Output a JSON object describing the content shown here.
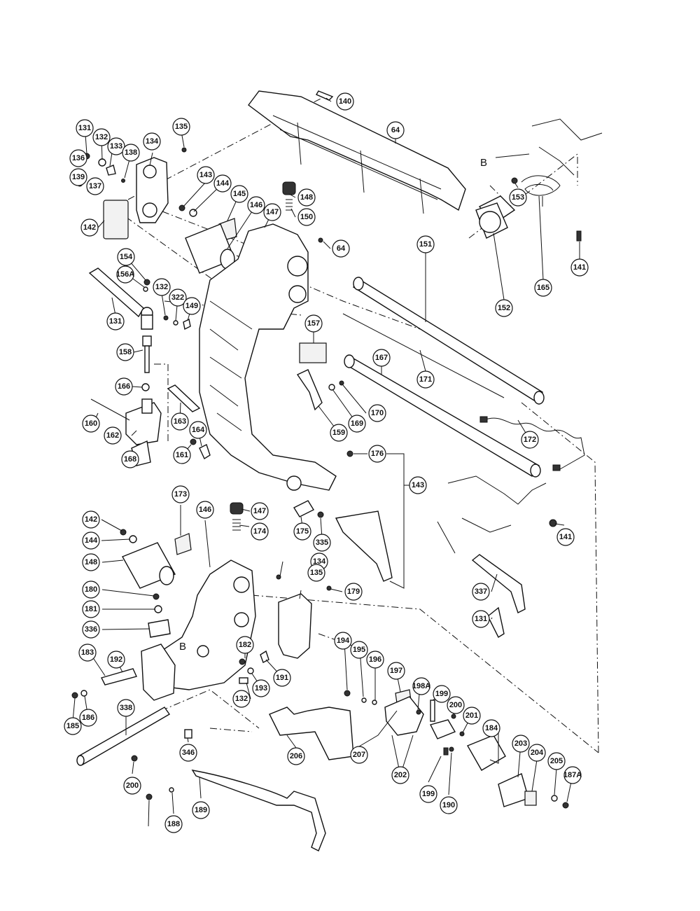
{
  "diagram": {
    "reference_letters": [
      "B",
      "B"
    ],
    "part_callouts": [
      "131",
      "132",
      "133",
      "134",
      "135",
      "136",
      "137",
      "138",
      "139",
      "140",
      "64",
      "141",
      "142",
      "143",
      "144",
      "145",
      "146",
      "147",
      "148",
      "150",
      "64",
      "153",
      "154",
      "156A",
      "131",
      "132",
      "322",
      "149",
      "151",
      "152",
      "165",
      "157",
      "158",
      "166",
      "167",
      "171",
      "170",
      "169",
      "159",
      "160",
      "162",
      "163",
      "164",
      "161",
      "168",
      "172",
      "176",
      "143",
      "173",
      "146",
      "147",
      "174",
      "175",
      "335",
      "141",
      "142",
      "144",
      "148",
      "134",
      "135",
      "179",
      "180",
      "181",
      "336",
      "337",
      "131",
      "182",
      "183",
      "192",
      "191",
      "132",
      "193",
      "194",
      "195",
      "196",
      "197",
      "198A",
      "199",
      "200",
      "201",
      "184",
      "185",
      "186",
      "338",
      "206",
      "207",
      "202",
      "203",
      "204",
      "205",
      "187A",
      "346",
      "200",
      "199",
      "190",
      "189",
      "188"
    ]
  }
}
